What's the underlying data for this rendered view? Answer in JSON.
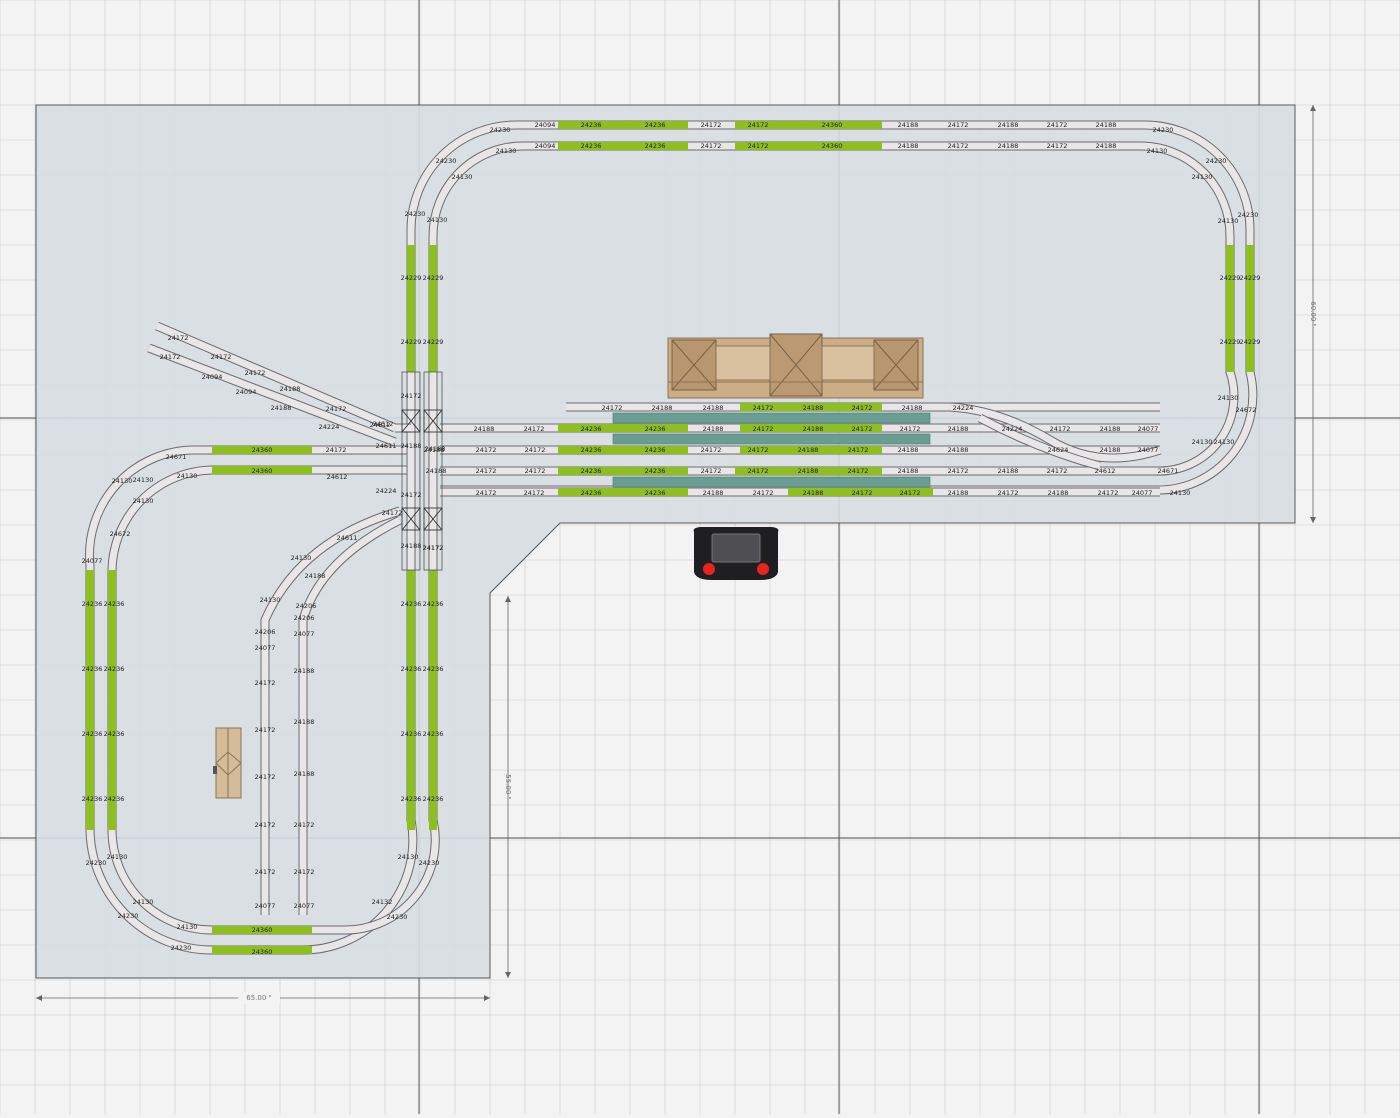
{
  "colors": {
    "background": "#f2f3f2",
    "grid_minor": "#c9cccc",
    "grid_major": "#4a4d4f",
    "baseboard": "#d6dde1",
    "baseboard_border": "#55595c",
    "track_bed": "#e9e6e8",
    "track_rail": "#6b6b70",
    "track_highlight": "#8dc01f",
    "platform": "#6b9e93",
    "building": "#cbae86",
    "controller_body": "#1f1f22",
    "controller_button": "#e8231d"
  },
  "dimensions": {
    "width_label": "65.00 \"",
    "height_right_label": "60.00 \"",
    "height_lower_label": "55.00 \""
  },
  "track_labels": {
    "top_straight_outer": [
      "24094",
      "24236",
      "24236",
      "24172",
      "24172",
      "24360",
      "24188",
      "24172",
      "24188",
      "24172",
      "24188"
    ],
    "top_straight_inner": [
      "24094",
      "24236",
      "24236",
      "24172",
      "24172",
      "24360",
      "24188",
      "24172",
      "24188",
      "24172",
      "24188"
    ],
    "curves_top_left": [
      "24230",
      "24130",
      "24230",
      "24130",
      "24230",
      "24130"
    ],
    "curves_top_right": [
      "24230",
      "24130",
      "24230",
      "24130",
      "24130",
      "24230"
    ],
    "left_vertical_outer": [
      "24229",
      "24229"
    ],
    "left_vertical_inner": [
      "24229",
      "24229"
    ],
    "right_vertical_outer": [
      "24229",
      "24229"
    ],
    "right_vertical_inner": [
      "24229",
      "24229"
    ],
    "yard_row_1": [
      "24172",
      "24188",
      "24188",
      "24172",
      "24188",
      "24172",
      "24188",
      "24224"
    ],
    "yard_row_2": [
      "24188",
      "24172",
      "24236",
      "24236",
      "24188",
      "24172",
      "24188",
      "24172",
      "24172",
      "24188",
      "24224",
      "24172",
      "24188",
      "24077"
    ],
    "yard_row_3": [
      "24188",
      "24172",
      "24172",
      "24236",
      "24236",
      "24172",
      "24172",
      "24188",
      "24172",
      "24188",
      "24188",
      "24624",
      "24188",
      "24077"
    ],
    "yard_row_4": [
      "24188",
      "24172",
      "24172",
      "24236",
      "24236",
      "24172",
      "24172",
      "24188",
      "24172",
      "24188",
      "24172",
      "24188",
      "24172",
      "24612",
      "24671"
    ],
    "yard_row_5": [
      "24172",
      "24172",
      "24236",
      "24236",
      "24188",
      "24172",
      "24188",
      "24172",
      "24172",
      "24188",
      "24172",
      "24188",
      "24172",
      "24077",
      "24130"
    ],
    "right_side_misc": [
      "24130",
      "24672",
      "24130",
      "24130"
    ],
    "left_loop_horizontal": [
      "24360",
      "24172",
      "24360",
      "24612",
      "24224",
      "24611",
      "24612"
    ],
    "left_loop_curves": [
      "24671",
      "24130",
      "24130",
      "24130",
      "24130",
      "24672"
    ],
    "left_loop_vertical_outer": [
      "24077",
      "24236",
      "24236",
      "24236",
      "24236"
    ],
    "left_loop_vertical_inner": [
      "24236",
      "24236",
      "24236",
      "24236"
    ],
    "crossing_vertical_outer": [
      "24172",
      "24188",
      "24172",
      "24188",
      "24236",
      "24236",
      "24236",
      "24236"
    ],
    "crossing_vertical_inner": [
      "24188",
      "24172",
      "24236",
      "24236",
      "24236",
      "24236"
    ],
    "bottom_curves": [
      "24230",
      "24130",
      "24230",
      "24130",
      "24132",
      "24230",
      "24130",
      "24230"
    ],
    "bottom_straight_outer": [
      "24130",
      "24360"
    ],
    "bottom_straight_inner": [
      "24230",
      "24360"
    ],
    "diagonal_spurs": [
      "24172",
      "24172",
      "24172",
      "24094",
      "24172",
      "24094",
      "24188",
      "24188",
      "24172",
      "24224",
      "24612"
    ],
    "sidings_left": [
      "24130",
      "24206",
      "24077",
      "24172",
      "24172",
      "24172",
      "24172",
      "24172",
      "24077"
    ],
    "sidings_right": [
      "24130",
      "24188",
      "24206",
      "24206",
      "24077",
      "24188",
      "24188",
      "24188",
      "24172",
      "24172",
      "24077"
    ],
    "misc": [
      "24172",
      "24611",
      "24172"
    ]
  }
}
